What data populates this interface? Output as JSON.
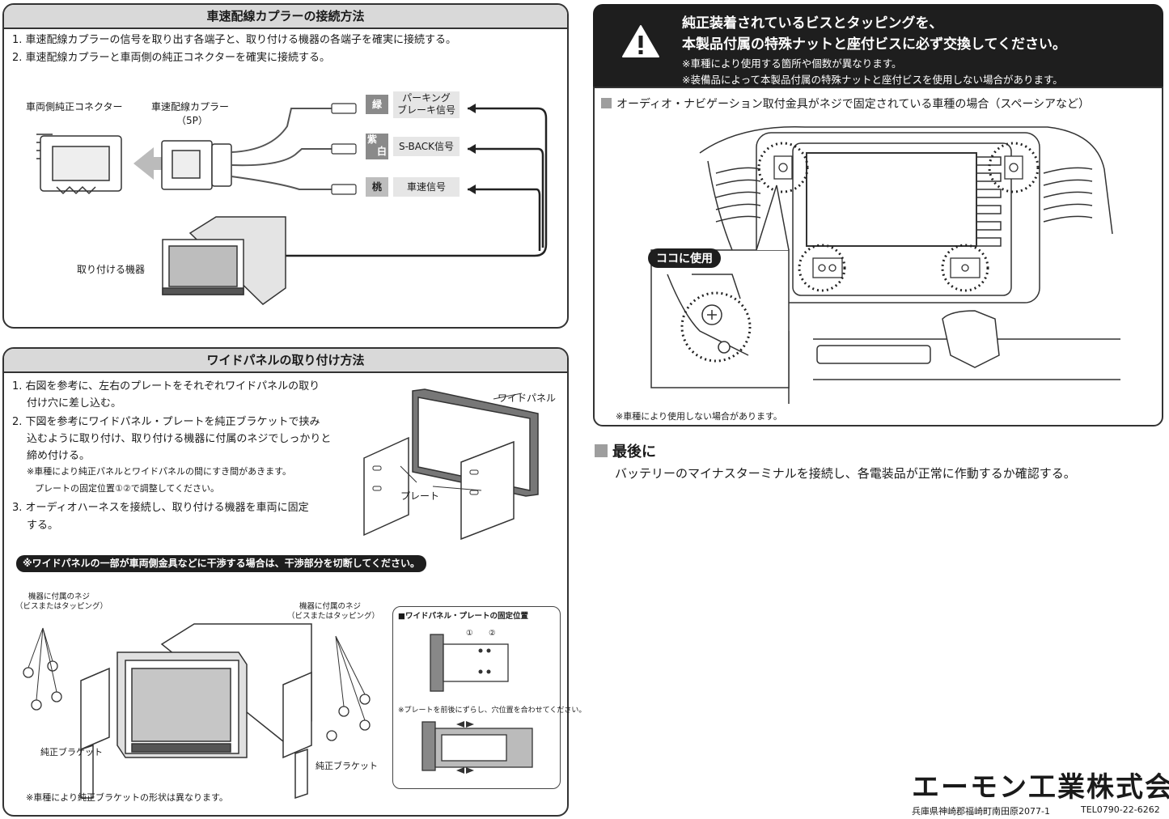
{
  "section1": {
    "title": "車速配線カプラーの接続方法",
    "steps": [
      "1. 車速配線カプラーの信号を取り出す各端子と、取り付ける機器の各端子を確実に接続する。",
      "2. 車速配線カプラーと車両側の純正コネクターを確実に接続する。"
    ],
    "vehicle_connector": "車両側純正コネクター",
    "coupler": "車速配線カプラー",
    "coupler_pins": "（5P）",
    "device": "取り付ける機器",
    "wires": [
      {
        "color_label": "緑",
        "signal_line1": "パーキング",
        "signal_line2": "ブレーキ信号"
      },
      {
        "color_label_top": "紫",
        "color_label_bottom": "白",
        "signal": "S-BACK信号"
      },
      {
        "color_label": "桃",
        "signal": "車速信号"
      }
    ]
  },
  "section2": {
    "title": "ワイドパネルの取り付け方法",
    "steps": [
      "1. 右図を参考に、左右のプレートをそれぞれワイドパネルの取り",
      "付け穴に差し込む。",
      "2. 下図を参考にワイドパネル・プレートを純正ブラケットで挟み",
      "込むように取り付け、取り付ける機器に付属のネジでしっかりと",
      "締め付ける。",
      "3. オーディオハーネスを接続し、取り付ける機器を車両に固定",
      "する。"
    ],
    "note1": "※車種により純正パネルとワイドパネルの間にすき間があきます。",
    "note2": "プレートの固定位置①②で調整してください。",
    "wide_panel": "ワイドパネル",
    "plate": "プレート",
    "warning_bar": "※ワイドパネルの一部が車両側金具などに干渉する場合は、干渉部分を切断してください。",
    "screw_label_line1": "機器に付属のネジ",
    "screw_label_line2": "（ビスまたはタッピング）",
    "bracket": "純正ブラケット",
    "fix_box_title": "■ワイドパネル・プレートの固定位置",
    "fix_pos1": "①",
    "fix_pos2": "②",
    "fix_note": "※プレートを前後にずらし、穴位置を合わせてください。",
    "bottom_note": "※車種により純正ブラケットの形状は異なります。"
  },
  "warning": {
    "line1": "純正装着されているビスとタッピングを、",
    "line2": "本製品付属の特殊ナットと座付ビスに必ず交換してください。",
    "note1": "※車種により使用する箇所や個数が異なります。",
    "note2": "※装備品によって本製品付属の特殊ナットと座付ビスを使用しない場合があります。",
    "subhead": "オーディオ・ナビゲーション取付金具がネジで固定されている車種の場合（スペーシアなど）",
    "callout": "ココに使用",
    "footnote": "※車種により使用しない場合があります。"
  },
  "finally": {
    "title": "最後に",
    "text": "バッテリーのマイナスターミナルを接続し、各電装品が正常に作動するか確認する。"
  },
  "company": {
    "name": "エーモン工業株式会社",
    "address": "兵庫県神崎郡福崎町南田原2077-1",
    "tel": "TEL0790-22-6262"
  }
}
